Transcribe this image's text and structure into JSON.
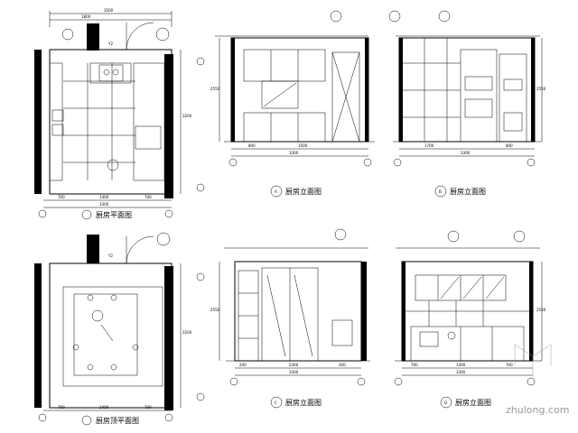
{
  "drawing_titles": {
    "kitchen_plan": "厨房平面图",
    "ceiling_plan": "厨房顶平面图",
    "elevation_a": "厨房立面图",
    "elevation_b": "厨房立面图",
    "elevation_c": "厨房立面图",
    "elevation_d": "厨房立面图"
  },
  "view_markers": [
    "A",
    "B",
    "C",
    "D"
  ],
  "watermark": "zhulong.com",
  "colors": {
    "line": "#000000",
    "background": "#ffffff",
    "watermark": "#9a9a9a"
  }
}
